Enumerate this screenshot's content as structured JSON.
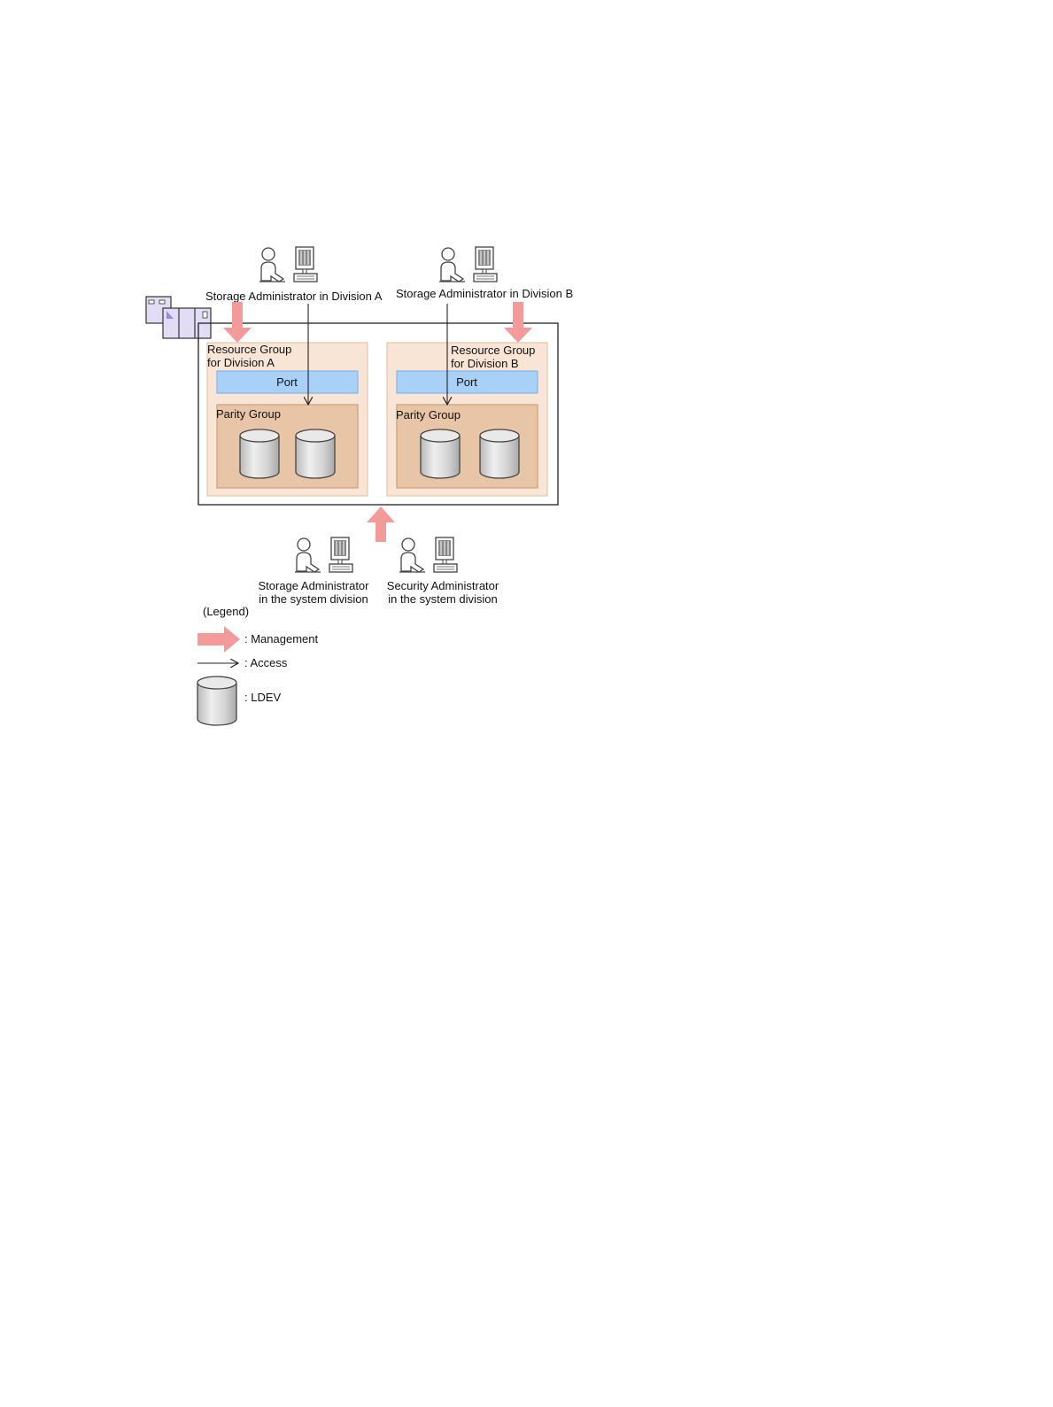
{
  "admins": {
    "division_a": "Storage Administrator in Division A",
    "division_b": "Storage Administrator in Division B",
    "system_storage": [
      "Storage Administrator",
      "in the system division"
    ],
    "system_security": [
      "Security Administrator",
      "in the system division"
    ]
  },
  "resource_groups": [
    {
      "title": [
        "Resource Group",
        "for Division A"
      ],
      "port_label": "Port",
      "parity_group_label": "Parity Group",
      "ldev_count": 2
    },
    {
      "title": [
        "Resource Group",
        "for Division B"
      ],
      "port_label": "Port",
      "parity_group_label": "Parity Group",
      "ldev_count": 2
    }
  ],
  "legend": {
    "title": "(Legend)",
    "management": ": Management",
    "access": ": Access",
    "ldev": ": LDEV"
  },
  "colors": {
    "management_arrow": "#f49a9a",
    "resource_group_fill": "#f9e5d6",
    "resource_group_border": "#e7c6aa",
    "port_fill": "#a9d1f8",
    "port_border": "#85b4e6",
    "parity_group_fill": "#e9c5a7",
    "parity_group_border": "#c9a07b",
    "ldev_fill": "#d8d8d8",
    "storage_system_icon": "#e3dcf5"
  }
}
